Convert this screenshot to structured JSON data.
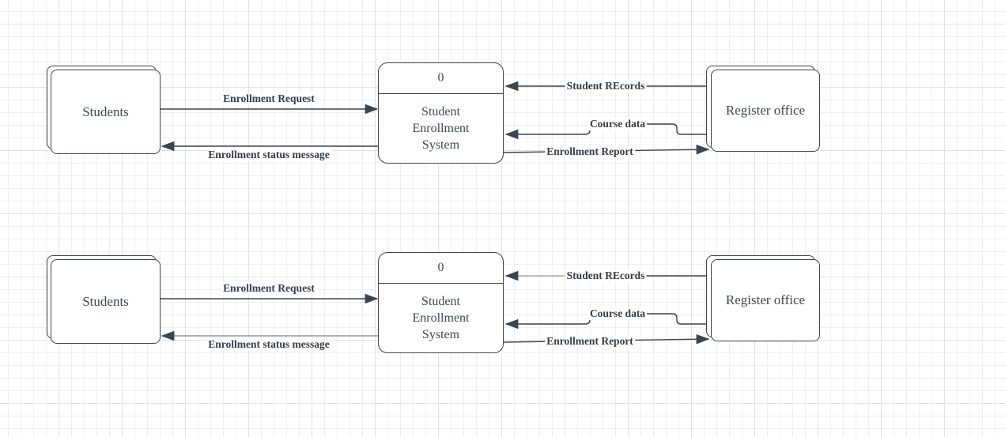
{
  "app": {
    "canvas_name": "diagram-canvas",
    "grid_minor_color": "#efefef",
    "grid_major_color": "#e2e2e2"
  },
  "colors": {
    "stroke": "#3b4552",
    "text": "#3d4653",
    "muted_stroke_records": "#a8adb4",
    "muted_stroke_status": "#8f96a0",
    "shape_fill": "#ffffff"
  },
  "diagrams": [
    {
      "students": {
        "label": "Students"
      },
      "process": {
        "number": "0",
        "name": "Student\nEnrollment\nSystem"
      },
      "office": {
        "label": "Register office"
      },
      "flows": {
        "enrollment_request": {
          "label": "Enrollment Request",
          "from": "Students",
          "to": "Student Enrollment System"
        },
        "enrollment_status": {
          "label": "Enrollment status message",
          "from": "Student Enrollment System",
          "to": "Students"
        },
        "student_records": {
          "label": "Student REcords",
          "from": "Register office",
          "to": "Student Enrollment System"
        },
        "course_data": {
          "label": "Course data",
          "from": "Register office",
          "to": "Student Enrollment System"
        },
        "enrollment_report": {
          "label": "Enrollment Report",
          "from": "Student Enrollment System",
          "to": "Register office"
        }
      }
    },
    {
      "students": {
        "label": "Students"
      },
      "process": {
        "number": "0",
        "name": "Student\nEnrollment\nSystem"
      },
      "office": {
        "label": "Register office"
      },
      "flows": {
        "enrollment_request": {
          "label": "Enrollment Request",
          "from": "Students",
          "to": "Student Enrollment System"
        },
        "enrollment_status": {
          "label": "Enrollment status message",
          "from": "Student Enrollment System",
          "to": "Students"
        },
        "student_records": {
          "label": "Student REcords",
          "from": "Register office",
          "to": "Student Enrollment System"
        },
        "course_data": {
          "label": "Course data",
          "from": "Register office",
          "to": "Student Enrollment System"
        },
        "enrollment_report": {
          "label": "Enrollment Report",
          "from": "Student Enrollment System",
          "to": "Register office"
        }
      }
    }
  ]
}
